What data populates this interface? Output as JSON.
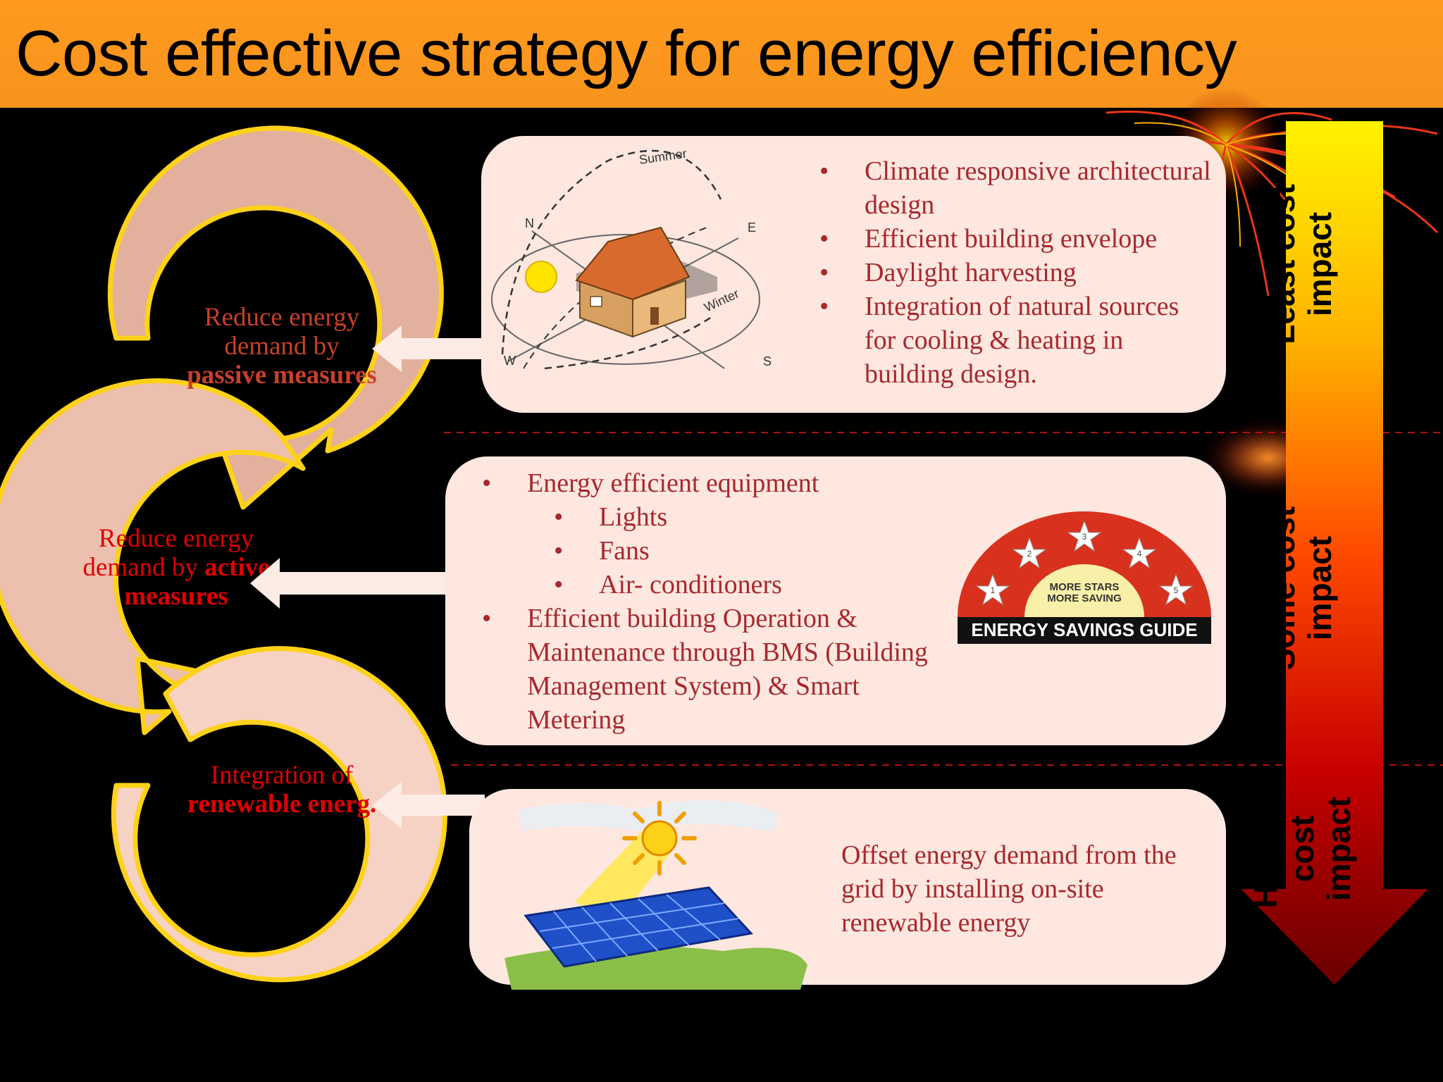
{
  "slide": {
    "title": "Cost effective strategy for energy efficiency"
  },
  "cycle": {
    "passive": {
      "line1": "Reduce energy",
      "line2": "demand by",
      "line3_bold": "passive measures"
    },
    "active": {
      "line1": "Reduce energy",
      "line2_plain": "demand by ",
      "line2_bold": "active",
      "line3_bold": "measures"
    },
    "renewable": {
      "line1": "Integration of",
      "line2_bold": "renewable energ."
    }
  },
  "panels": {
    "passive": {
      "diagram_labels": {
        "summer": "Summer",
        "winter": "Winter",
        "n": "N",
        "e": "E",
        "s": "S",
        "w": "W"
      },
      "bullets": [
        "Climate responsive architectural design",
        "Efficient building envelope",
        "Daylight harvesting",
        "Integration of natural sources for cooling & heating in building design."
      ]
    },
    "active": {
      "bullets": [
        {
          "text": "Energy efficient equipment",
          "level": 0
        },
        {
          "text": "Lights",
          "level": 1
        },
        {
          "text": "Fans",
          "level": 1
        },
        {
          "text": "Air- conditioners",
          "level": 1
        },
        {
          "text": "Efficient building Operation & Maintenance through BMS (Building Management System) & Smart Metering",
          "level": 0
        }
      ],
      "badge": {
        "line1": "MORE STARS",
        "line2": "MORE SAVING",
        "banner": "ENERGY SAVINGS GUIDE",
        "stars": [
          "1",
          "2",
          "3",
          "4",
          "5"
        ]
      }
    },
    "renewable": {
      "text": "Offset energy demand from the grid by installing on-site renewable energy"
    }
  },
  "cost_scale": {
    "least": [
      "Least cost",
      "impact"
    ],
    "some": [
      "Some cost",
      "impact"
    ],
    "highest": [
      "Highest",
      "cost",
      "impact"
    ]
  },
  "colors": {
    "title_bar": "#f7941d",
    "panel_bg": "#fde7df",
    "text_red": "#a7282e",
    "bold_red": "#e00000",
    "ring_outline": "#ffd21a",
    "ring_fill": "#e8b3a1",
    "divider": "#b01010"
  },
  "icons": [
    "sun-path-diagram-icon",
    "house-icon",
    "sun-icon",
    "solar-panel-icon",
    "star-rating-badge-icon",
    "down-arrow-icon",
    "firework-icon"
  ]
}
